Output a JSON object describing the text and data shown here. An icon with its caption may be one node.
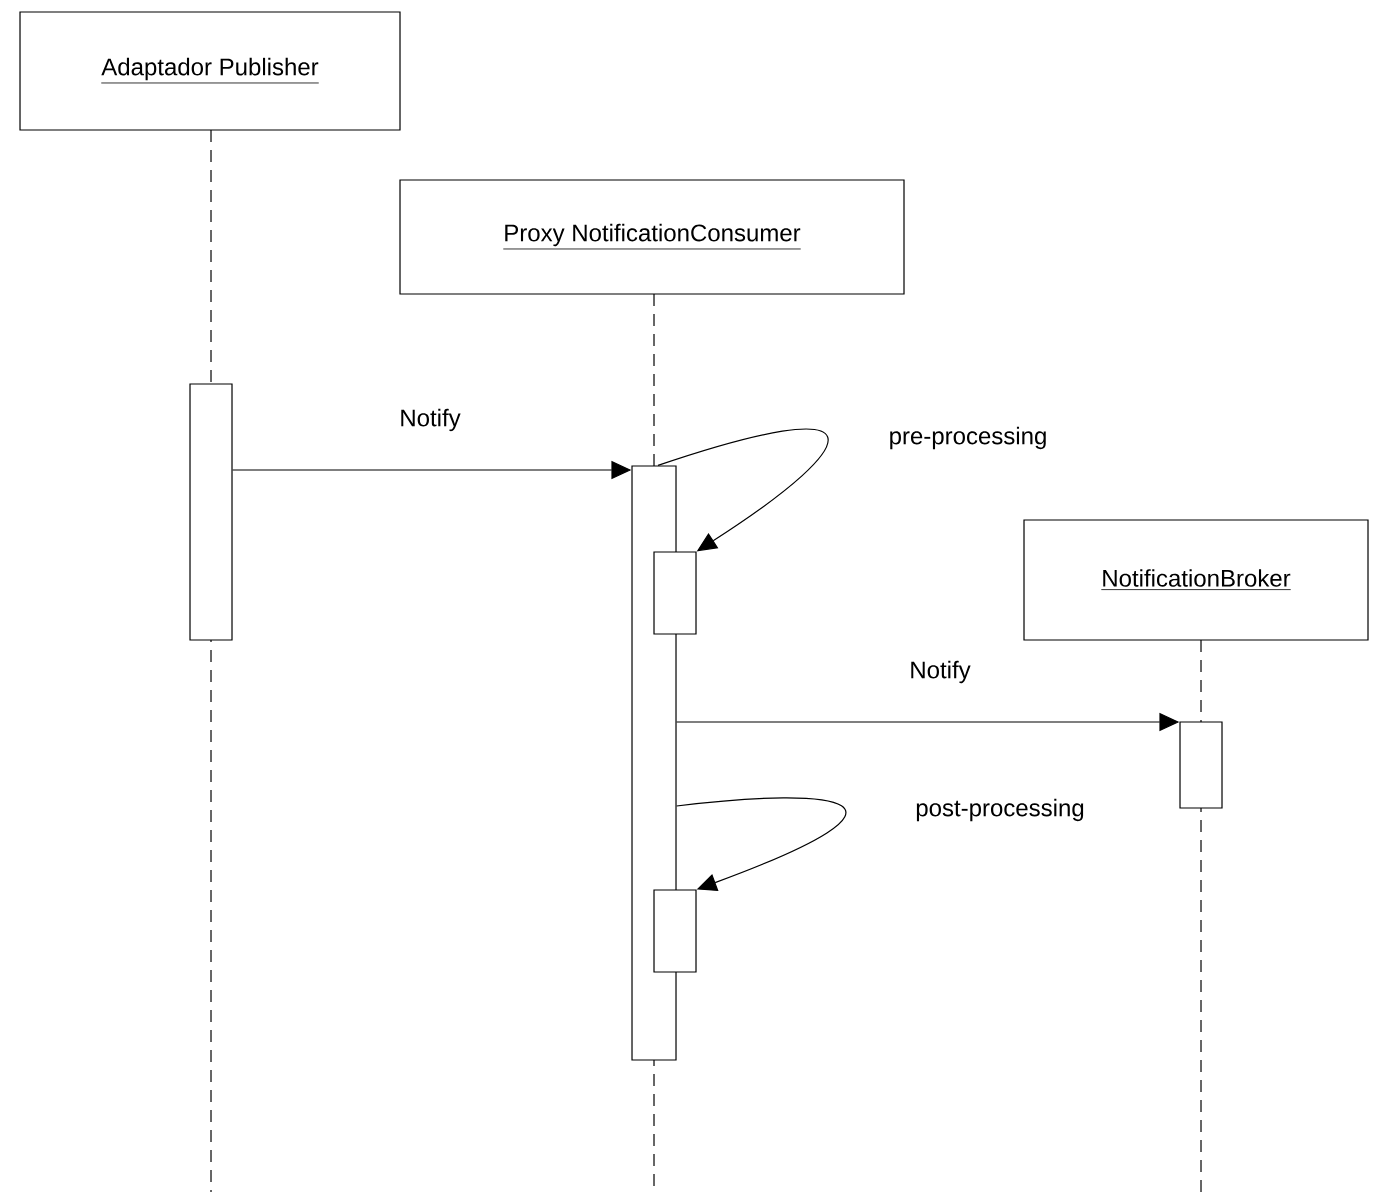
{
  "diagram": {
    "nodes": [
      {
        "text": [
          "Adaptador Publisher"
        ]
      },
      {
        "text": [
          "Proxy NotificationConsumer"
        ]
      },
      {
        "text": [
          "NotificationBroker"
        ]
      },
      {
        "text": [],
        "shape": "bar"
      },
      {
        "text": [],
        "shape": "bar"
      },
      {
        "text": [],
        "shape": "bar"
      },
      {
        "text": [],
        "shape": "bar"
      },
      {
        "text": [],
        "shape": "bar"
      }
    ],
    "edges": [
      {
        "from": 3,
        "to": 4,
        "arrow": "to",
        "label": "Notify"
      },
      {
        "from": 4,
        "to": 5,
        "arrow": "to",
        "label": "pre-processing"
      },
      {
        "from": 4,
        "to": 6,
        "arrow": "to",
        "label": "Notify"
      },
      {
        "from": 4,
        "to": 7,
        "arrow": "to",
        "label": "post-processing"
      }
    ]
  }
}
